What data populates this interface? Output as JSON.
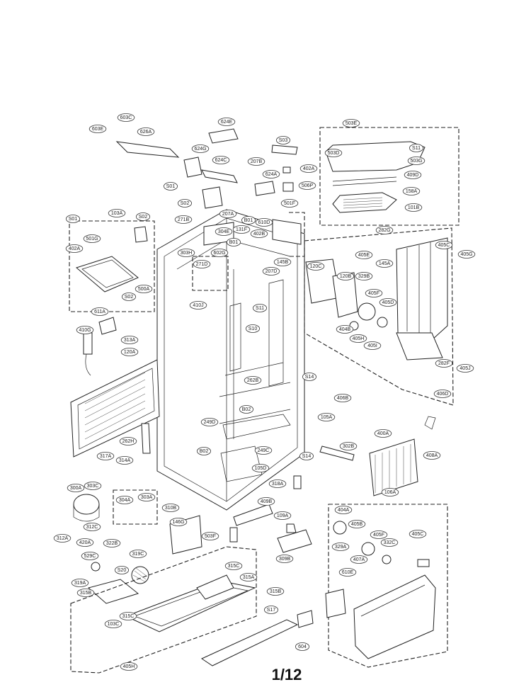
{
  "page_number": "1/12",
  "labels": [
    "603C",
    "603E",
    "626A",
    "624E",
    "624G",
    "624C",
    "624A",
    "S01",
    "S03",
    "207B",
    "402A",
    "506P",
    "503E",
    "503D",
    "503G",
    "S11",
    "409D",
    "158A",
    "101B",
    "S02",
    "207A",
    "271B",
    "501F",
    "S01",
    "103A",
    "S02",
    "501G",
    "402A",
    "304E",
    "131F",
    "402B",
    "B01",
    "610D",
    "303H",
    "602G",
    "B01",
    "271D",
    "410J",
    "S02",
    "500A",
    "611A",
    "410G",
    "313A",
    "120A",
    "282G",
    "405G",
    "120C",
    "405E",
    "329B",
    "120B",
    "145A",
    "405C",
    "405F",
    "405D",
    "404B",
    "405H",
    "405I",
    "282F",
    "405J",
    "406D",
    "207D",
    "145B",
    "S10",
    "S11",
    "262B",
    "S14",
    "406B",
    "B02",
    "105A",
    "262H",
    "249D",
    "B02",
    "249C",
    "S14",
    "105D",
    "302B",
    "400A",
    "408A",
    "106A",
    "318A",
    "317A",
    "314A",
    "300A",
    "303C",
    "304A",
    "303A",
    "310B",
    "312A",
    "312C",
    "146G",
    "409B",
    "109A",
    "503F",
    "309B",
    "420A",
    "529C",
    "322B",
    "319C",
    "319A",
    "S20",
    "315B",
    "315C",
    "315A",
    "315B",
    "315C",
    "103C",
    "S17",
    "604",
    "405H",
    "404A",
    "405B",
    "405F",
    "329A",
    "332C",
    "405C",
    "407A",
    "610E"
  ],
  "icons": [
    "exploded-refrigerator-diagram"
  ]
}
